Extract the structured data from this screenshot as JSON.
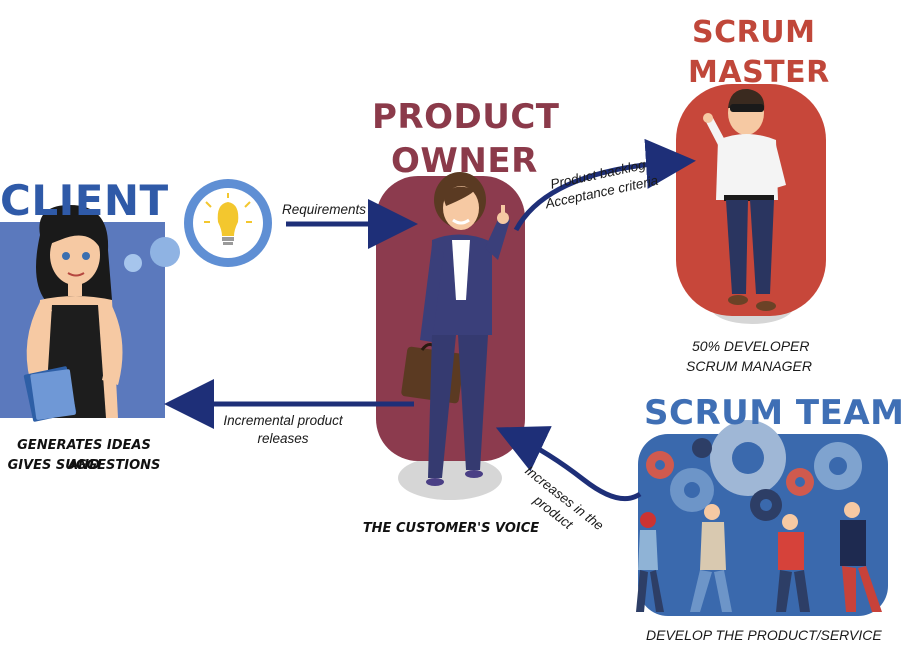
{
  "colors": {
    "client_title": "#2f5aa8",
    "po_title": "#8b3a4a",
    "sm_title": "#c0473a",
    "team_title": "#3f6fb5",
    "arrow": "#1e2f78",
    "client_panel": "#5b79bd",
    "po_panel": "#8c3b4e",
    "sm_panel": "#c7473a",
    "team_panel": "#3a69ad"
  },
  "client": {
    "title": "CLIENT",
    "caption_line1": "GENERATES IDEAS AND",
    "caption_line2": "GIVES SUGGESTIONS",
    "thought_icon": "lightbulb-icon"
  },
  "product_owner": {
    "title_line1": "PRODUCT",
    "title_line2": "OWNER",
    "caption": "THE CUSTOMER'S VOICE"
  },
  "scrum_master": {
    "title_line1": "SCRUM",
    "title_line2": "MASTER",
    "caption_line1": "50% DEVELOPER",
    "caption_line2": "SCRUM MANAGER"
  },
  "scrum_team": {
    "title": "SCRUM TEAM",
    "caption": "DEVELOP THE PRODUCT/SERVICE"
  },
  "arrows": {
    "requirements": "Requirements",
    "backlog_line1": "Product backlog",
    "backlog_line2": "Acceptance criteria",
    "releases_line1": "Incremental product",
    "releases_line2": "releases",
    "increases_line1": "Increases in the",
    "increases_line2": "product"
  }
}
